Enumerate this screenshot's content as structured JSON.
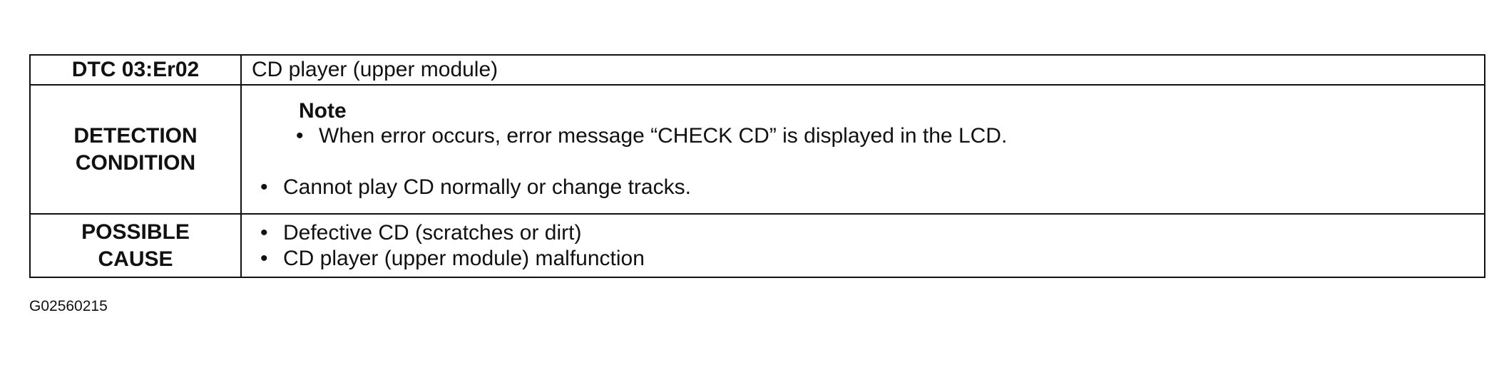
{
  "table": {
    "header": {
      "code": "DTC 03:Er02",
      "title": "CD player (upper module)"
    },
    "detection": {
      "label_line1": "DETECTION",
      "label_line2": "CONDITION",
      "note_title": "Note",
      "note_bullet": "When error occurs, error message “CHECK CD” is displayed in the LCD.",
      "bullets": [
        "Cannot play CD normally or change tracks."
      ]
    },
    "cause": {
      "label_line1": "POSSIBLE",
      "label_line2": "CAUSE",
      "bullets": [
        "Defective CD (scratches or dirt)",
        "CD player (upper module) malfunction"
      ]
    },
    "bullet_char": "•"
  },
  "figure_code": "G02560215"
}
